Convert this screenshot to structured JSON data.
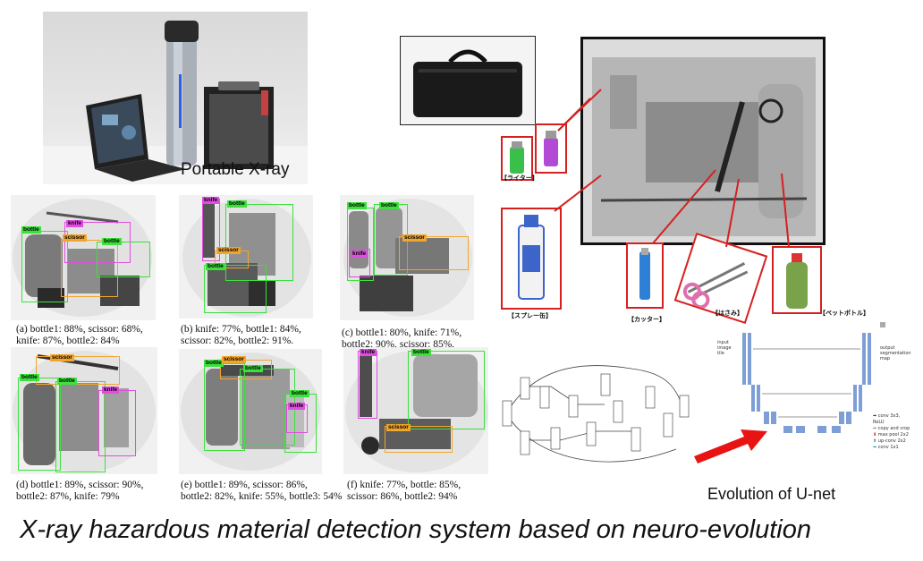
{
  "photo": {
    "caption": "Portable X-ray"
  },
  "samples": [
    {
      "id": "a",
      "caption_line1": "(a)  bottle1: 88%, scissor: 68%,",
      "caption_line2": "knife: 87%, bottle2: 84%",
      "tags": [
        "bottle",
        "knife",
        "scissor",
        "bottle"
      ]
    },
    {
      "id": "b",
      "caption_line1": "(b)  knife: 77%, bottle1: 84%,",
      "caption_line2": "scissor: 82%, bottle2: 91%.",
      "tags": [
        "knife",
        "bottle",
        "scissor",
        "bottle"
      ]
    },
    {
      "id": "c",
      "caption_line1": "(c)  bottle1: 80%, knife: 71%,",
      "caption_line2": "bottle2: 90%, scissor: 85%.",
      "tags": [
        "bottle",
        "bottle",
        "scissor",
        "knife"
      ]
    },
    {
      "id": "d",
      "caption_line1": "(d)  bottle1: 89%, scissor: 90%,",
      "caption_line2": "bottle2: 87%, knife: 79%",
      "tags": [
        "scissor",
        "bottle",
        "bottle",
        "knife"
      ]
    },
    {
      "id": "e",
      "caption_line1": "(e)  bottle1: 89%, scissor: 86%,",
      "caption_line2": "bottle2: 82%, knife: 55%, bottle3: 54%",
      "tags": [
        "bottle",
        "scissor",
        "bottle",
        "bottle",
        "knife"
      ]
    },
    {
      "id": "f",
      "caption_line1": "(f)  knife: 77%, bottle: 85%,",
      "caption_line2": "scissor: 86%, bottle2: 94%",
      "tags": [
        "knife",
        "bottle",
        "scissor"
      ]
    }
  ],
  "baggage": {
    "labels": {
      "lighter": "【ライター】",
      "spray": "【スプレー缶】",
      "cutter": "【カッター】",
      "scissors": "【はさみ】",
      "pet_bottle": "【ペットボトル】"
    }
  },
  "unet": {
    "caption": "Evolution of U-net",
    "legend": [
      "conv 3x3, ReLU",
      "copy and crop",
      "max pool 2x2",
      "up-conv 2x2",
      "conv 1x1"
    ],
    "input_label": [
      "input",
      "image",
      "tile"
    ],
    "output_label": [
      "output",
      "segmentation",
      "map"
    ]
  },
  "title": "X-ray hazardous material detection system based on neuro-evolution",
  "colors": {
    "bottle": "#3de03d",
    "knife": "#e04de0",
    "scissor": "#f2a52b",
    "frame": "#d62020",
    "arrow": "#e81414"
  }
}
